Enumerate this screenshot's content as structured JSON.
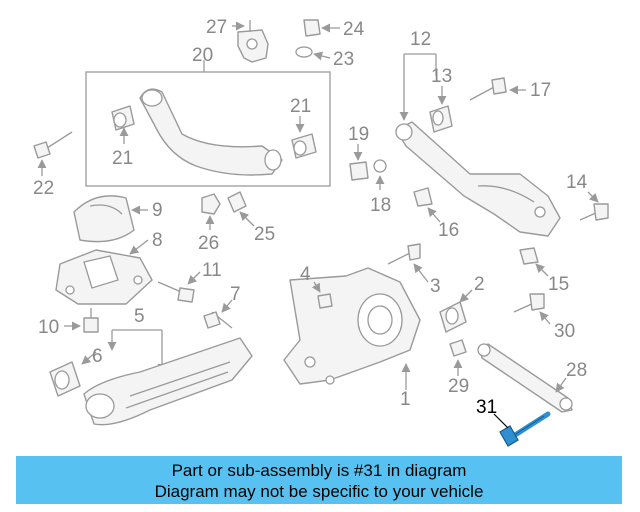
{
  "callouts": [
    "27",
    "24",
    "23",
    "20",
    "12",
    "13",
    "17",
    "21",
    "21",
    "19",
    "22",
    "18",
    "16",
    "14",
    "9",
    "26",
    "25",
    "8",
    "11",
    "15",
    "4",
    "3",
    "2",
    "7",
    "5",
    "10",
    "30",
    "6",
    "1",
    "29",
    "28",
    "31"
  ],
  "highlighted_part": "31",
  "highlight_color": "#2f8fd0",
  "banner": {
    "line1": "Part or sub-assembly is #31 in diagram",
    "line2": "Diagram may not be specific to your vehicle",
    "background": "#57c2f1"
  }
}
